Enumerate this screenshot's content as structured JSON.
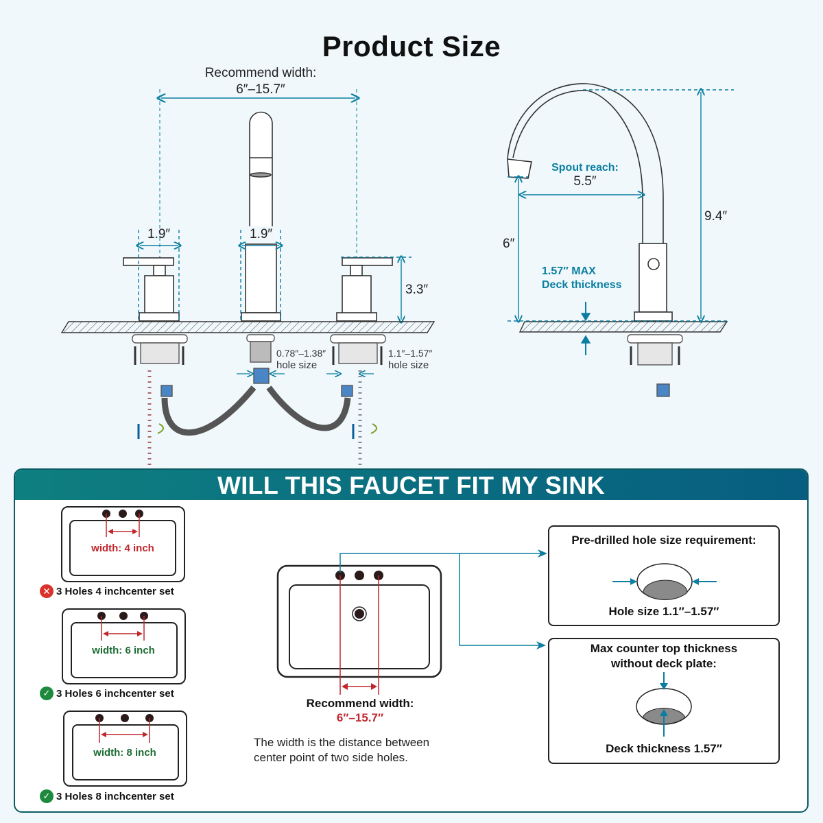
{
  "title": "Product Size",
  "front_view": {
    "recommend_label": "Recommend width:",
    "recommend_value": "6″–15.7″",
    "handle_width": "1.9″",
    "spout_base_width": "1.9″",
    "handle_height": "3.3″",
    "center_hole_size": "0.78″–1.38″",
    "center_hole_label": "hole size",
    "side_hole_size": "1.1″–1.57″",
    "side_hole_label": "hole size"
  },
  "side_view": {
    "spout_reach_label": "Spout reach:",
    "spout_reach_value": "5.5″",
    "spout_height": "6″",
    "total_height": "9.4″",
    "deck_line1": "1.57″ MAX",
    "deck_line2": "Deck thickness"
  },
  "fit_section": {
    "banner": "WILL THIS FAUCET FIT MY SINK",
    "options": [
      {
        "width_label": "width: 4 inch",
        "caption": "3 Holes 4 inchcenter set",
        "fits": false,
        "status_icon": "x-circle-icon"
      },
      {
        "width_label": "width: 6 inch",
        "caption": "3 Holes 6 inchcenter set",
        "fits": true,
        "status_icon": "check-circle-icon"
      },
      {
        "width_label": "width: 8 inch",
        "caption": "3 Holes 8 inchcenter set",
        "fits": true,
        "status_icon": "check-circle-icon"
      }
    ],
    "center_sink": {
      "recommend_label": "Recommend width:",
      "recommend_value": "6″–15.7″",
      "description_line1": "The width is the distance between",
      "description_line2": "center point of two side holes."
    },
    "hole_box": {
      "title": "Pre-drilled hole size requirement:",
      "caption": "Hole size 1.1″–1.57″"
    },
    "thickness_box": {
      "title_line1": "Max counter top thickness",
      "title_line2": "without deck plate:",
      "caption": "Deck thickness 1.57″"
    }
  },
  "colors": {
    "background": "#f0f8fc",
    "dimension_teal": "#0a7ea0",
    "banner_start": "#0e7f80",
    "banner_end": "#075e80",
    "red": "#c1272d",
    "green": "#1b6b33",
    "connector_blue": "#4a86c5"
  }
}
